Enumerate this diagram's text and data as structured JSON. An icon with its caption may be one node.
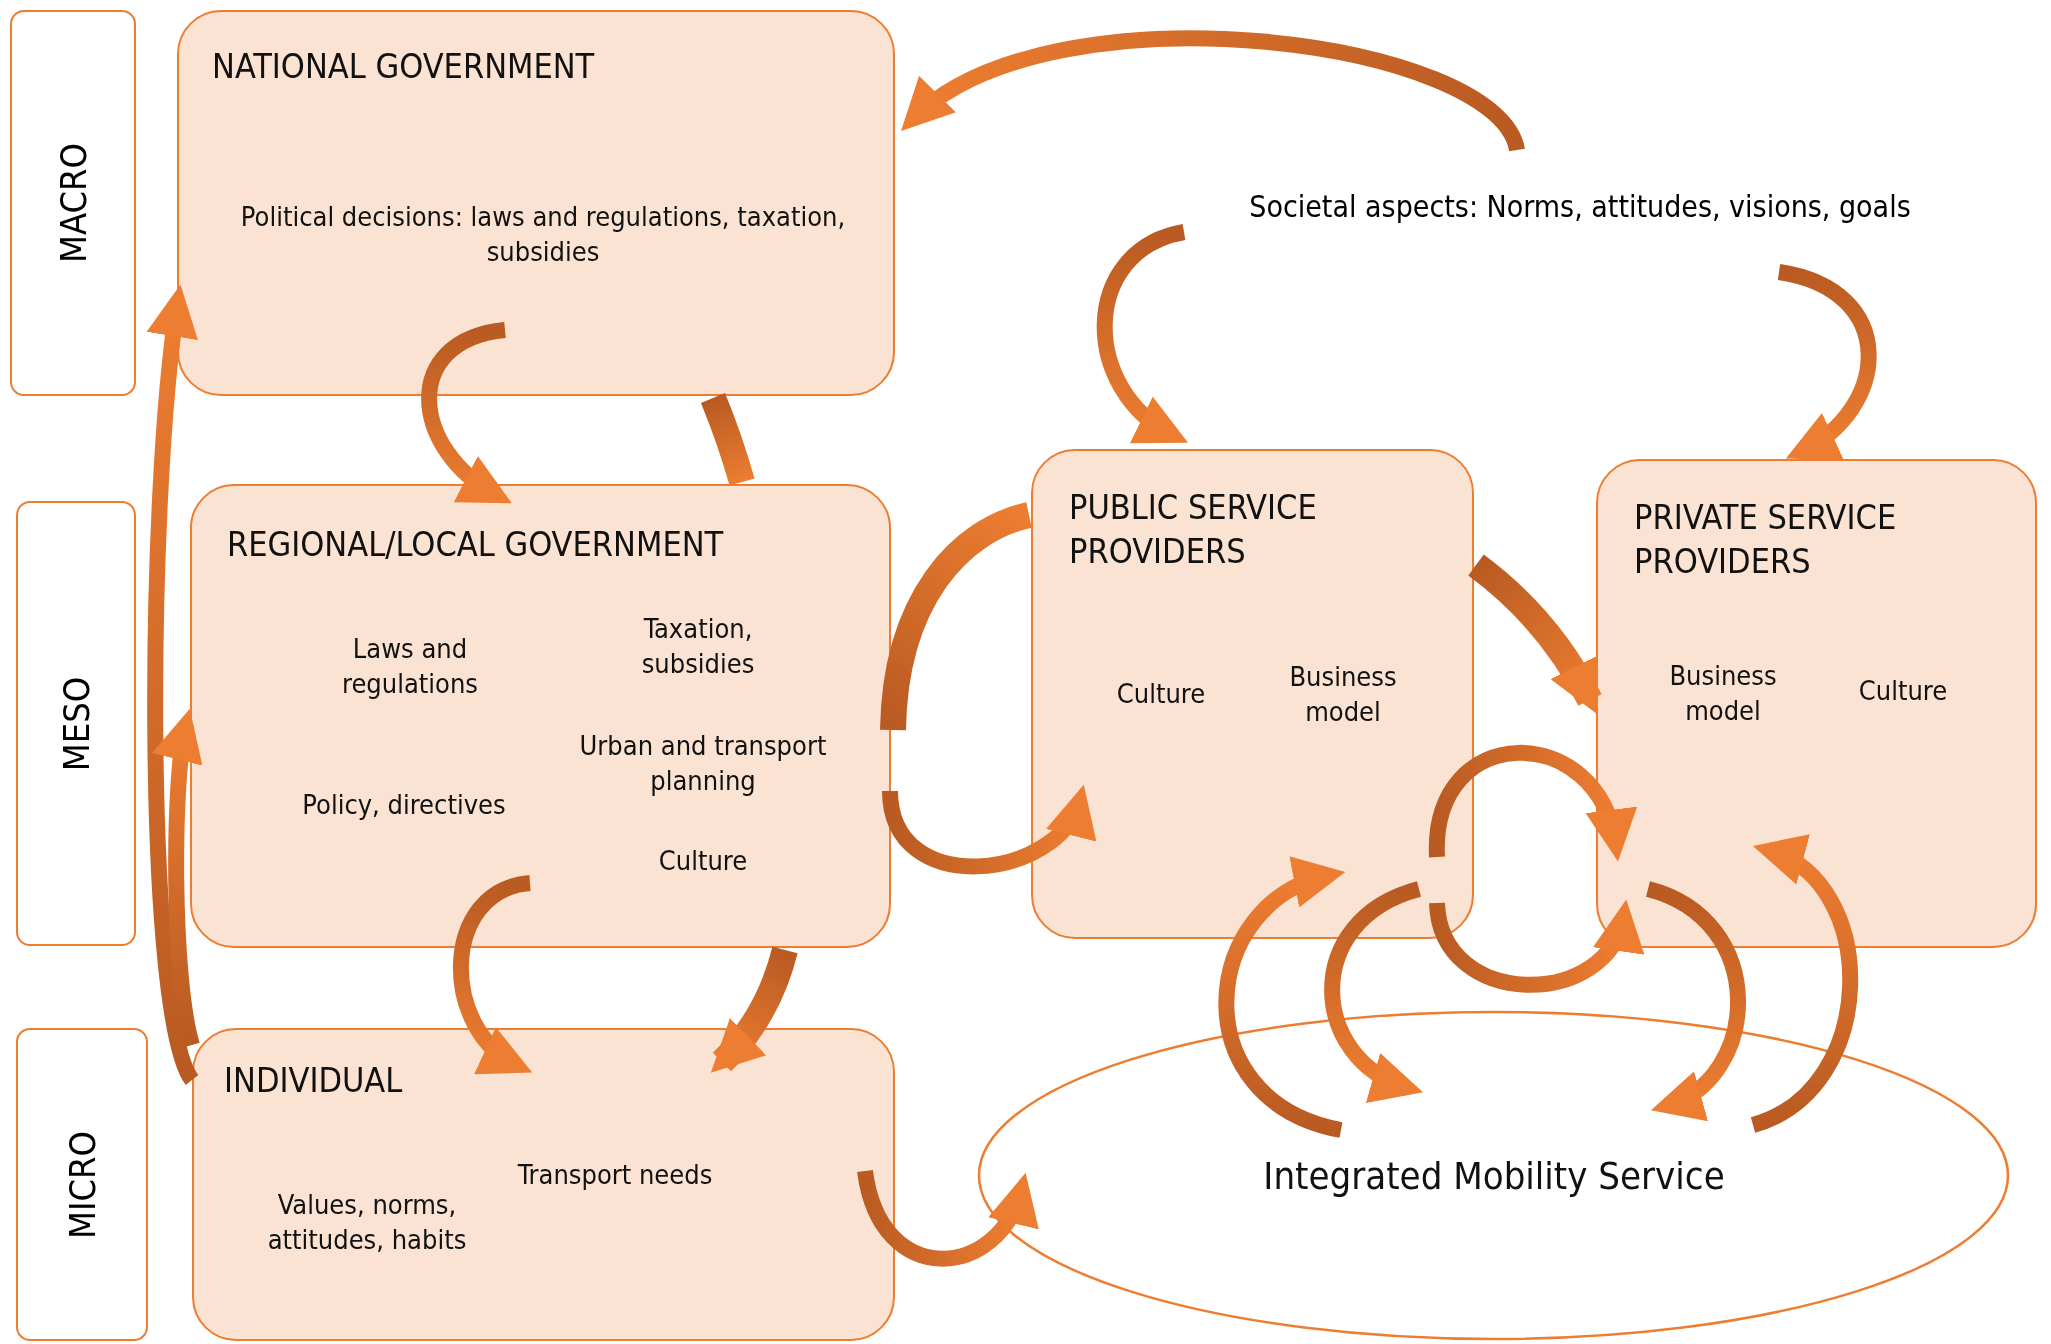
{
  "diagram": {
    "nodes": [
      {
        "text": [
          "MACRO"
        ]
      },
      {
        "text": [
          "MESO"
        ]
      },
      {
        "text": [
          "MICRO"
        ]
      },
      {
        "text": [
          "NATIONAL GOVERNMENT",
          "Political decisions: laws and regulations, taxation, subsidies"
        ]
      },
      {
        "text": [
          "REGIONAL/LOCAL GOVERNMENT",
          "Laws and regulations",
          "Taxation, subsidies",
          "Urban and transport planning",
          "Policy, directives",
          "Culture"
        ]
      },
      {
        "text": [
          "INDIVIDUAL",
          "Transport needs",
          "Values, norms, attitudes, habits"
        ]
      },
      {
        "text": [
          "Societal aspects: Norms, attitudes, visions, goals"
        ]
      },
      {
        "text": [
          "PUBLIC SERVICE PROVIDERS",
          "Culture",
          "Business model"
        ]
      },
      {
        "text": [
          "PRIVATE SERVICE PROVIDERS",
          "Business model",
          "Culture"
        ]
      },
      {
        "text": [
          "Integrated Mobility Service"
        ]
      }
    ],
    "edges": [
      {
        "from": 6,
        "to": 3,
        "arrow": "to"
      },
      {
        "from": 3,
        "to": 4,
        "arrow": "to"
      },
      {
        "from": 3,
        "to": 4,
        "arrow": "none",
        "style": "thick"
      },
      {
        "from": 4,
        "to": 5,
        "arrow": "to"
      },
      {
        "from": 4,
        "to": 5,
        "arrow": "to",
        "style": "thick"
      },
      {
        "from": 5,
        "to": 3,
        "arrow": "to"
      },
      {
        "from": 5,
        "to": 4,
        "arrow": "to"
      },
      {
        "from": 6,
        "to": 7,
        "arrow": "to"
      },
      {
        "from": 6,
        "to": 8,
        "arrow": "to"
      },
      {
        "from": 4,
        "to": 7,
        "arrow": "none",
        "style": "thick"
      },
      {
        "from": 4,
        "to": 7,
        "arrow": "to"
      },
      {
        "from": 5,
        "to": 9,
        "arrow": "to"
      },
      {
        "from": 7,
        "to": 8,
        "arrow": "to",
        "style": "thick"
      },
      {
        "from": 7,
        "to": 8,
        "arrow": "to"
      },
      {
        "from": 7,
        "to": 8,
        "arrow": "to"
      },
      {
        "from": 9,
        "to": 7,
        "arrow": "to"
      },
      {
        "from": 7,
        "to": 9,
        "arrow": "to"
      },
      {
        "from": 8,
        "to": 9,
        "arrow": "to"
      },
      {
        "from": 9,
        "to": 8,
        "arrow": "to"
      }
    ]
  }
}
